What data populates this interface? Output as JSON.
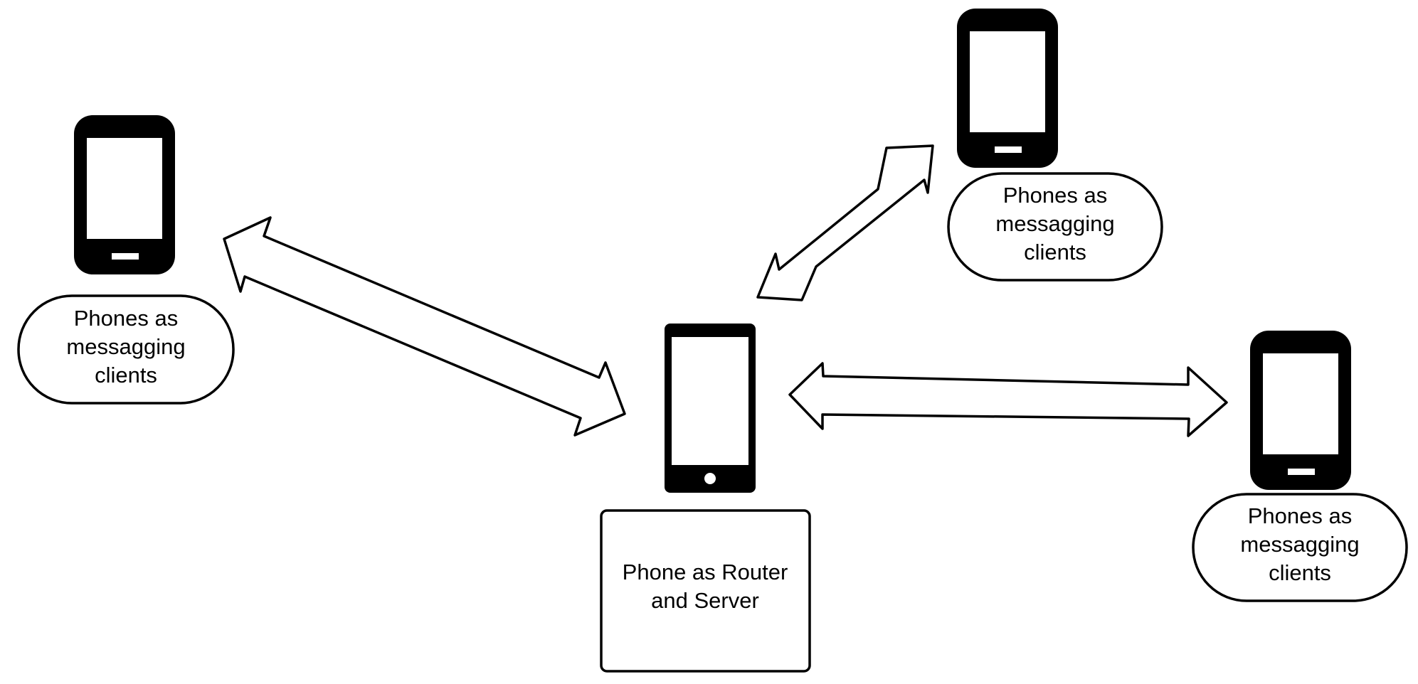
{
  "diagram": {
    "nodes": {
      "client_left": {
        "label_lines": [
          "Phones as",
          "messagging",
          "clients"
        ],
        "icon": "phone-icon"
      },
      "client_top_right": {
        "label_lines": [
          "Phones as",
          "messagging",
          "clients"
        ],
        "icon": "phone-icon"
      },
      "client_right": {
        "label_lines": [
          "Phones as",
          "messagging",
          "clients"
        ],
        "icon": "phone-icon"
      },
      "router_server": {
        "label_lines": [
          "Phone as Router",
          "and Server"
        ],
        "icon": "smartphone-icon"
      }
    },
    "connections": [
      {
        "from": "client_left",
        "to": "router_server",
        "direction": "bidirectional"
      },
      {
        "from": "client_top_right",
        "to": "router_server",
        "direction": "bidirectional"
      },
      {
        "from": "client_right",
        "to": "router_server",
        "direction": "bidirectional"
      }
    ],
    "colors": {
      "stroke": "#000000",
      "fill": "#ffffff",
      "device": "#000000"
    }
  }
}
